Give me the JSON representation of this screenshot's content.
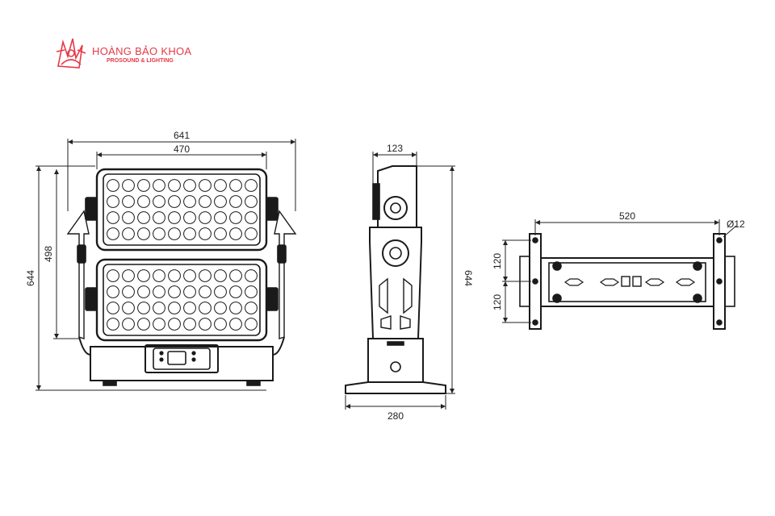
{
  "brand": {
    "name": "HOÀNG BẢO KHOA",
    "subtitle": "PROSOUND & LIGHTING",
    "color": "#e53946"
  },
  "front_view": {
    "width_overall": "641",
    "width_panel": "470",
    "height_overall": "644",
    "height_panels": "498"
  },
  "side_view": {
    "depth_top": "123",
    "base_width": "280",
    "height": "644"
  },
  "bracket_view": {
    "hole_spacing": "520",
    "hole_diameter": "Ø12",
    "offset_upper": "120",
    "offset_lower": "120"
  },
  "line_color": "#1a1a1a"
}
